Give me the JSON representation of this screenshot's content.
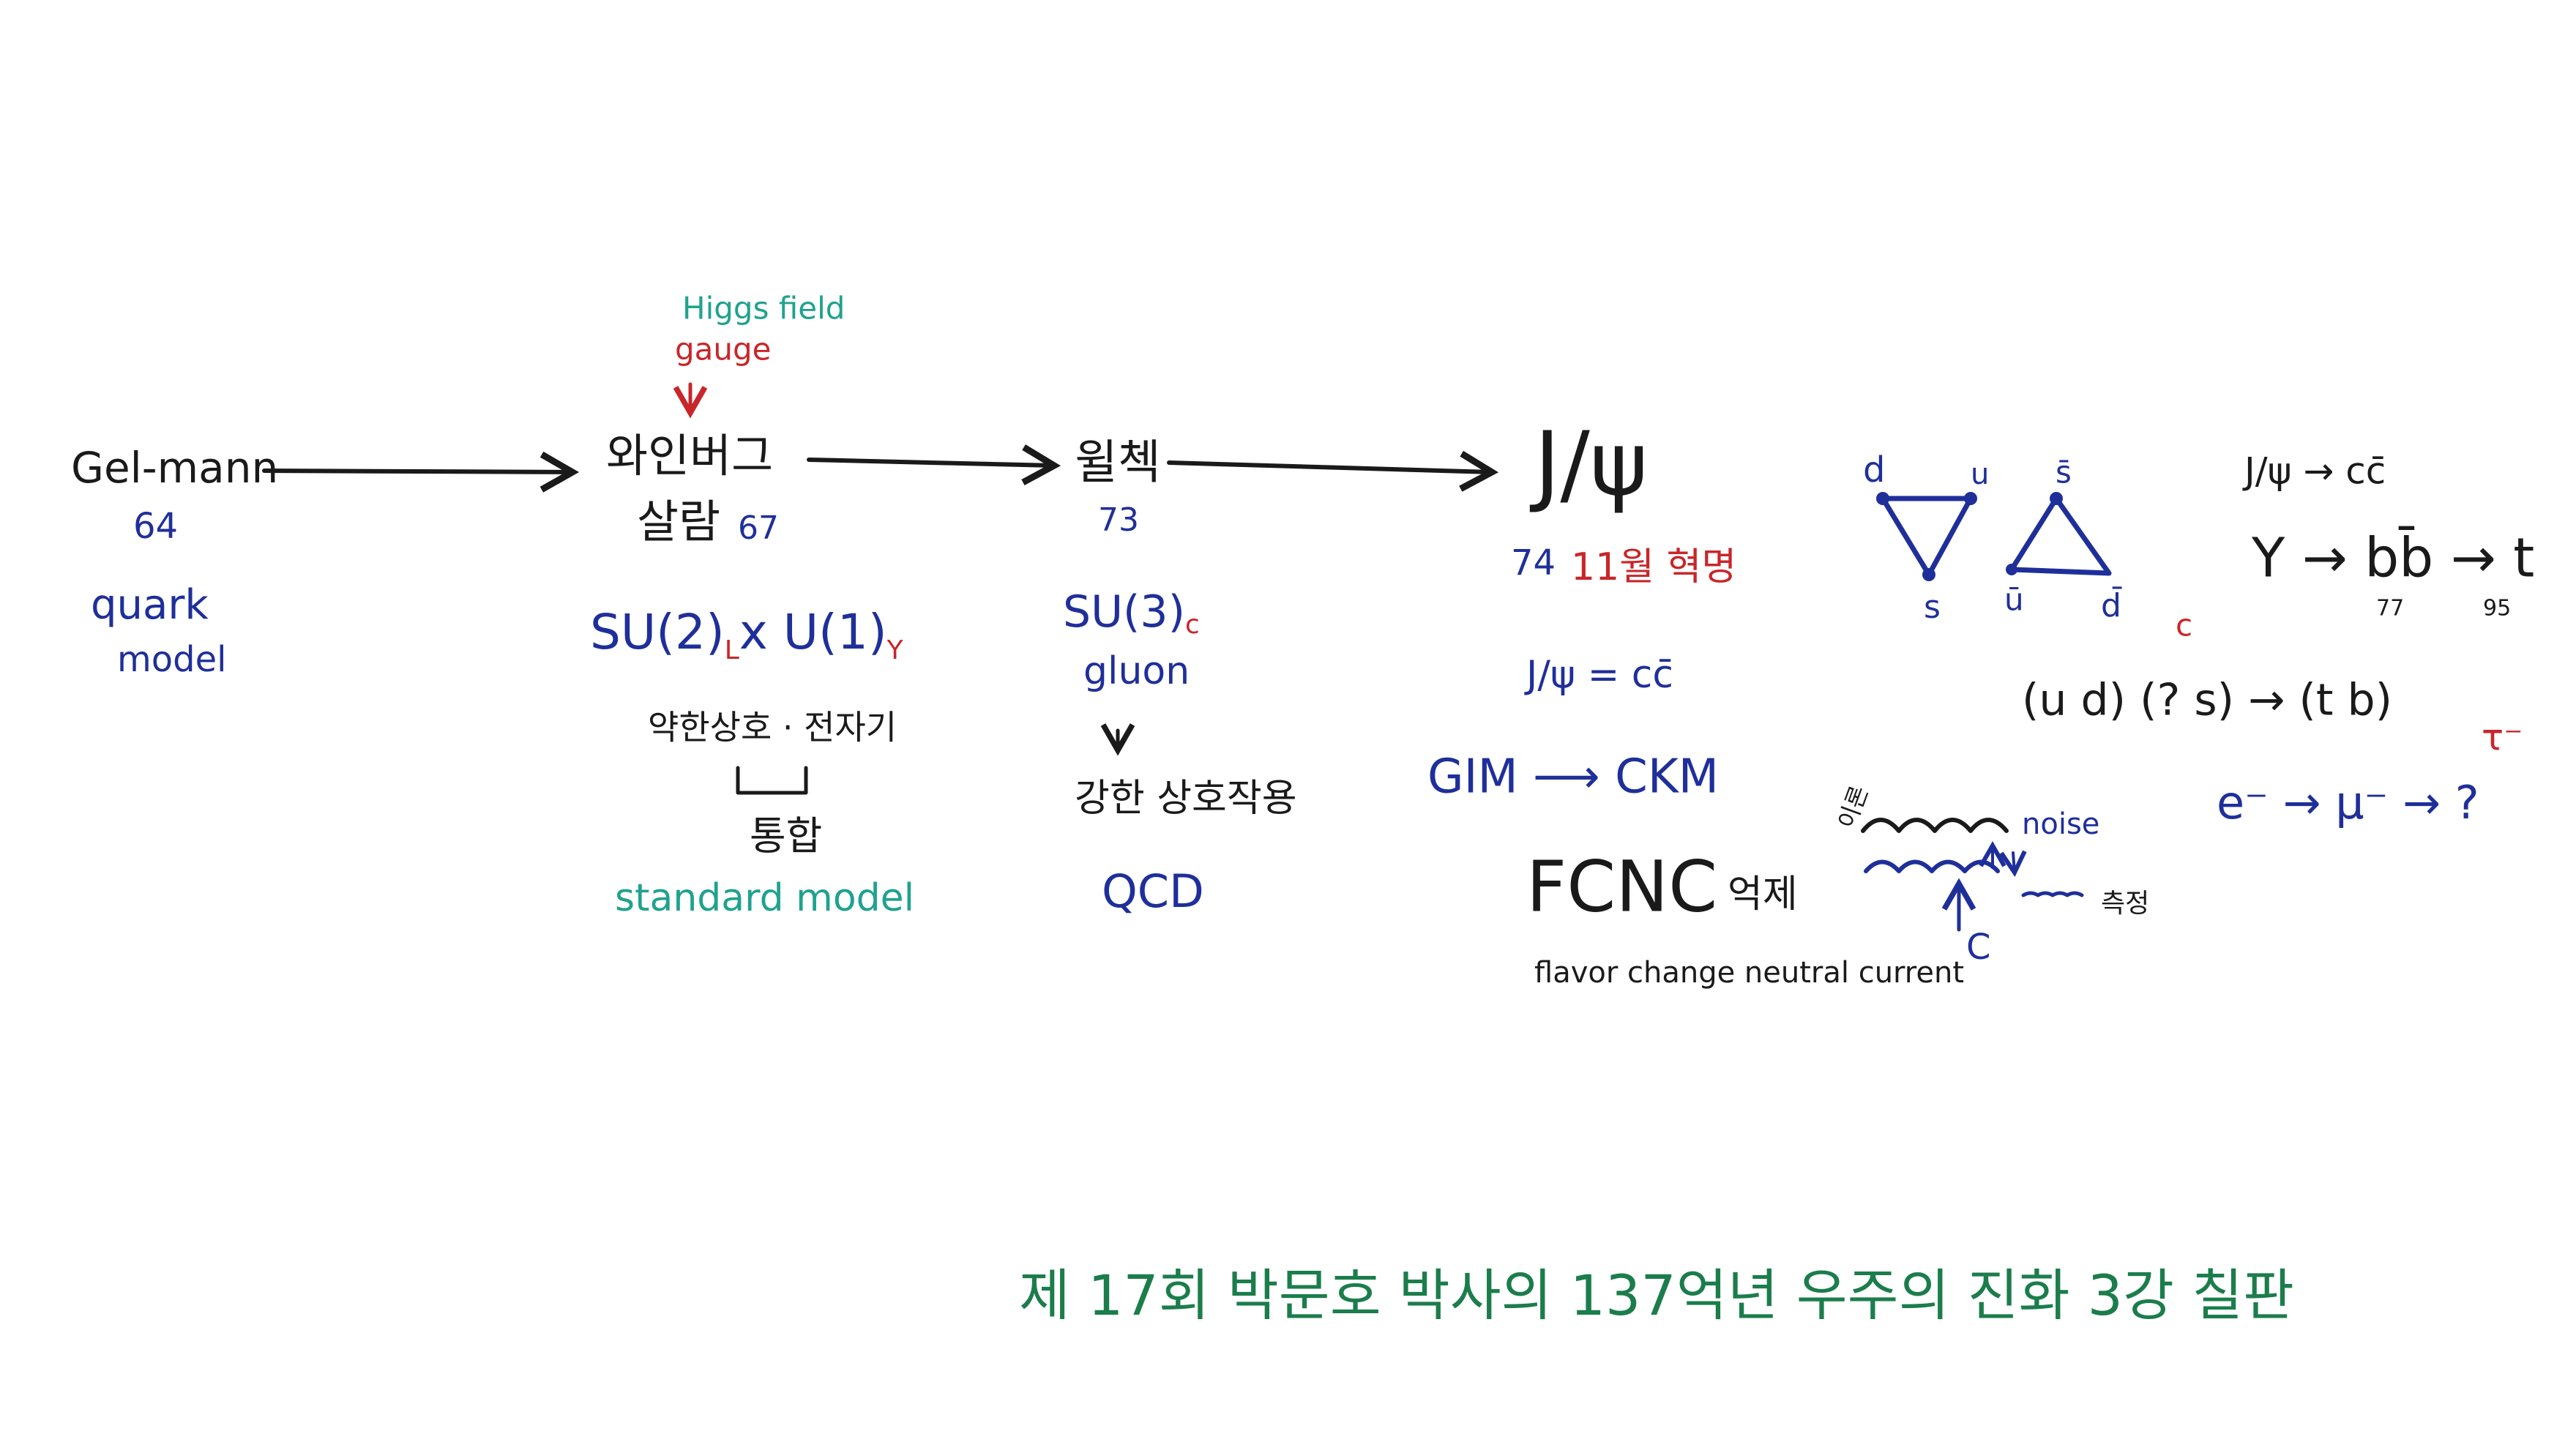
{
  "colors": {
    "black": "#1a1a1a",
    "blue": "#1f2f9a",
    "red": "#c8262a",
    "teal": "#1fa28e",
    "caption_green": "#1b7d4b"
  },
  "gellmann": {
    "name": "Gel-mann",
    "year": "64",
    "note1": "quark",
    "note2": "model"
  },
  "weinberg": {
    "higgs": "Higgs field",
    "gauge": "gauge",
    "name1": "와인버그",
    "name2": "살람",
    "year": "67",
    "group_main": "SU(2)",
    "group_sub_l": "L",
    "group_x": "x U(1)",
    "group_sub_y": "Y",
    "forces": "약한상호 · 전자기",
    "unify": "통합",
    "standard": "standard model"
  },
  "wilczek": {
    "name": "윌첵",
    "year": "73",
    "group": "SU(3)",
    "group_sub": "c",
    "gluon": "gluon",
    "strong": "강한 상호작용",
    "qcd": "QCD"
  },
  "jpsi": {
    "title": "J/ψ",
    "year": "74",
    "revolution": "11월 혁명",
    "eq": "J/ψ = cc̄",
    "gim": "GIM ⟶ CKM",
    "fcnc": "FCNC",
    "suppress": "억제",
    "fcnc_full": "flavor change neutral current"
  },
  "triangles": {
    "d": "d",
    "u": "u",
    "s": "s",
    "sbar": "s̄",
    "ubar": "ū",
    "dbar": "d̄"
  },
  "right": {
    "jpsi_cc": "J/ψ → cc̄",
    "upsilon": "Υ → bb̄ → t",
    "y77": "77",
    "y95": "95",
    "doublets": "(u d)  (? s) → (t b)",
    "c_label": "c",
    "leptons": "e⁻ → μ⁻ → ?",
    "tau": "τ⁻"
  },
  "noise": {
    "theory": "이론",
    "noise": "noise",
    "measure": "측정",
    "c": "C"
  },
  "caption": "제 17회 박문호 박사의 137억년 우주의 진화 3강 칠판"
}
